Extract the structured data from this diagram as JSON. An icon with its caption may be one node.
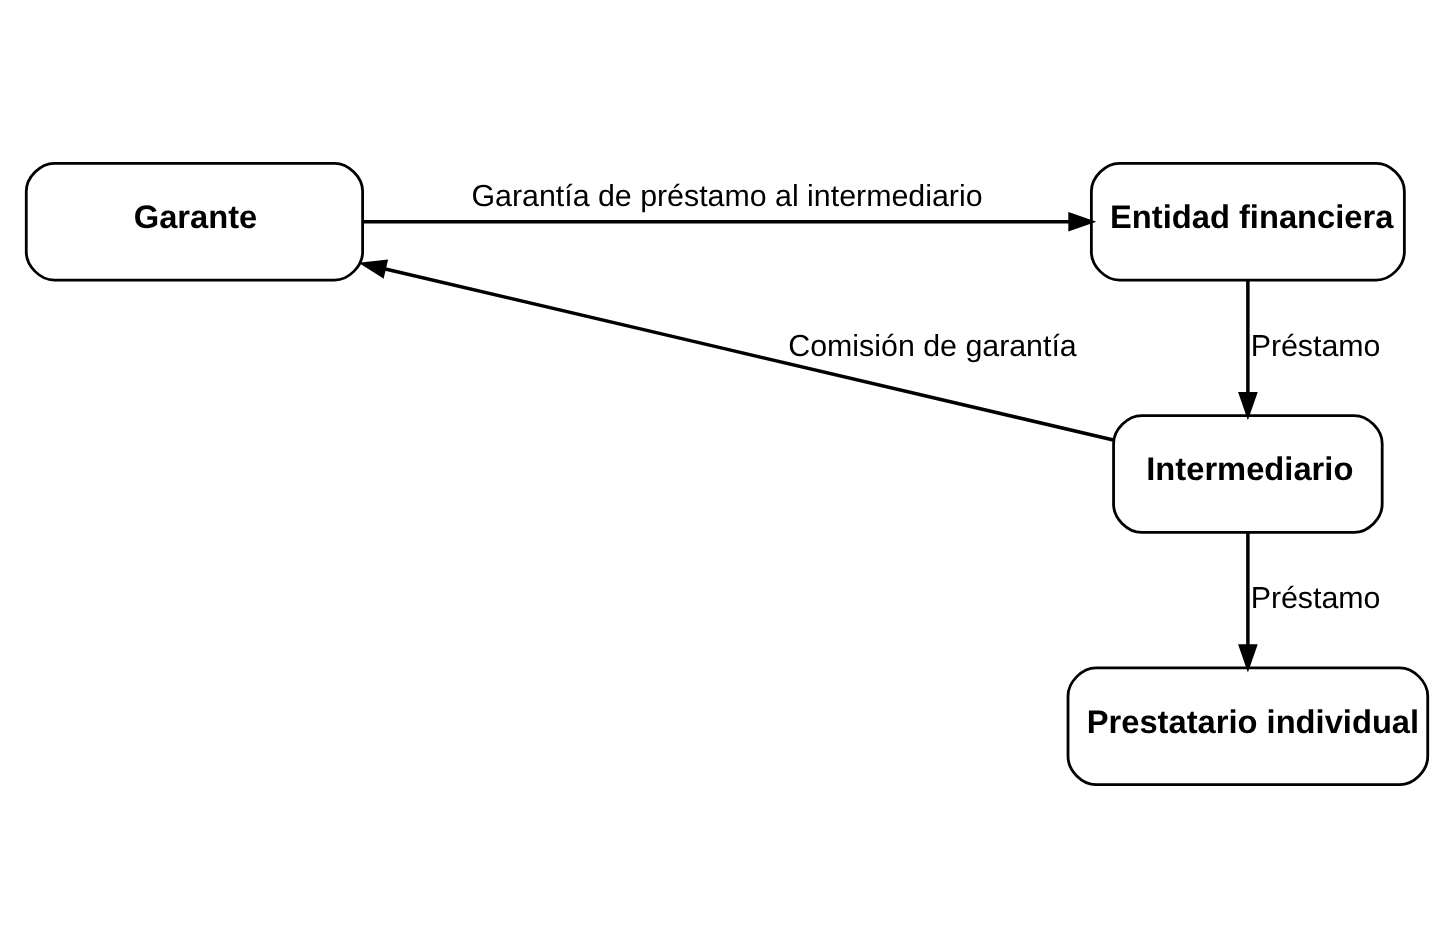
{
  "diagram": {
    "nodes": [
      {
        "text": [
          "Garante"
        ]
      },
      {
        "text": [
          "Entidad financiera"
        ]
      },
      {
        "text": [
          "Intermediario"
        ]
      },
      {
        "text": [
          "Prestatario individual"
        ]
      }
    ],
    "edges": [
      {
        "from": 0,
        "to": 1,
        "arrow": "to",
        "label": "Garantía de préstamo al intermediario"
      },
      {
        "from": 1,
        "to": 2,
        "arrow": "to",
        "label": "Préstamo"
      },
      {
        "from": 2,
        "to": 0,
        "arrow": "to",
        "label": "Comisión de garantía"
      },
      {
        "from": 2,
        "to": 3,
        "arrow": "to",
        "label": "Préstamo"
      }
    ]
  }
}
